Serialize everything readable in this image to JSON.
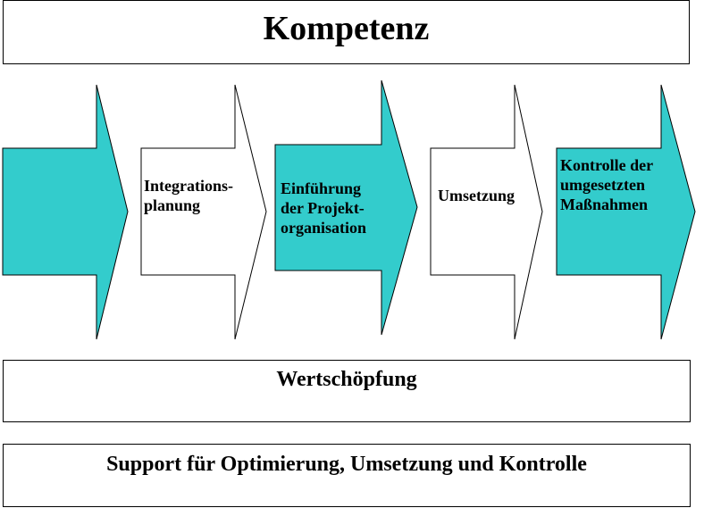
{
  "title": "Kompetenz",
  "colors": {
    "accent": "#33CCCC",
    "plain": "#FFFFFF",
    "stroke": "#000000"
  },
  "process_steps": [
    {
      "label": "",
      "filled": true
    },
    {
      "label": "Integrations-\nplanung",
      "filled": false
    },
    {
      "label": "Einführung\nder Projekt-\norganisation",
      "filled": true
    },
    {
      "label": "Umsetzung",
      "filled": false
    },
    {
      "label": "Kontrolle der\numgesetzten\nMaßnahmen",
      "filled": true
    }
  ],
  "value_creation": "Wertschöpfung",
  "support": "Support für Optimierung, Umsetzung und Kontrolle"
}
